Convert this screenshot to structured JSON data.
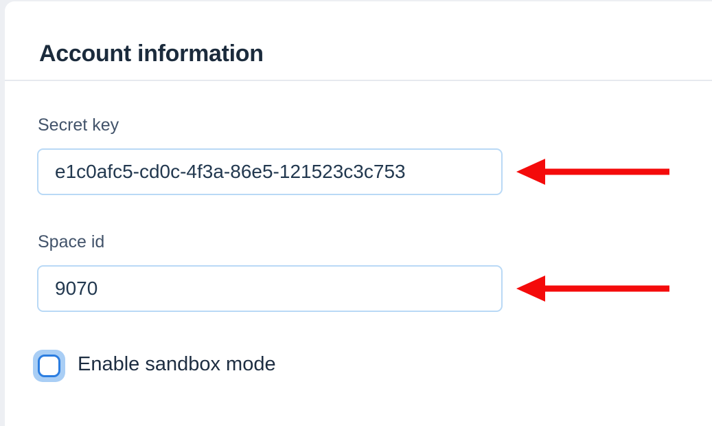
{
  "header": {
    "title": "Account information"
  },
  "form": {
    "fields": [
      {
        "id": "secret_key",
        "label": "Secret key",
        "value": "e1c0afc5-cd0c-4f3a-86e5-121523c3c753"
      },
      {
        "id": "space_id",
        "label": "Space id",
        "value": "9070"
      }
    ],
    "sandbox_checkbox": {
      "label": "Enable sandbox mode",
      "checked": false
    }
  },
  "annotations": {
    "arrows": [
      {
        "name": "red-arrow-secret-key",
        "direction": "left",
        "points_at": "Secret key input",
        "color": "#f40b0b"
      },
      {
        "name": "red-arrow-space-id",
        "direction": "left",
        "points_at": "Space id input",
        "color": "#f40b0b"
      }
    ]
  },
  "colors": {
    "page_background": "#edeff3",
    "card_background": "#ffffff",
    "heading_text": "#1b2b3c",
    "label_text": "#42536a",
    "input_text": "#22384f",
    "input_border": "#b9d9f6",
    "divider": "#e6e9ef",
    "checkbox_border": "#2b7de0",
    "checkbox_focus_ring": "#a9cef5",
    "arrow_red": "#f40b0b"
  }
}
